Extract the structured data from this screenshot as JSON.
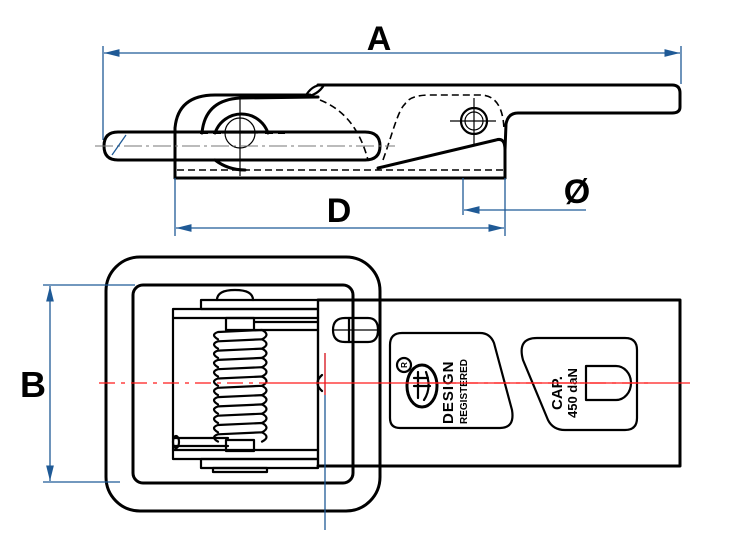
{
  "drawing": {
    "subject": "spring-loaded toggle latch — side view and top view",
    "dimension_labels": {
      "overall_length": "A",
      "width": "B",
      "base_length": "D",
      "hole_diameter": "Ø"
    },
    "plate_left": {
      "line1": "DESIGN",
      "line2": "REGISTERED",
      "registered_mark": "R",
      "logo": "logo-emblem"
    },
    "plate_right": {
      "line1": "CAP.",
      "line2": "450 daN"
    },
    "colors": {
      "outline": "#000000",
      "dimension": "#1f5a96",
      "centerline": "#ff1a1a"
    }
  }
}
